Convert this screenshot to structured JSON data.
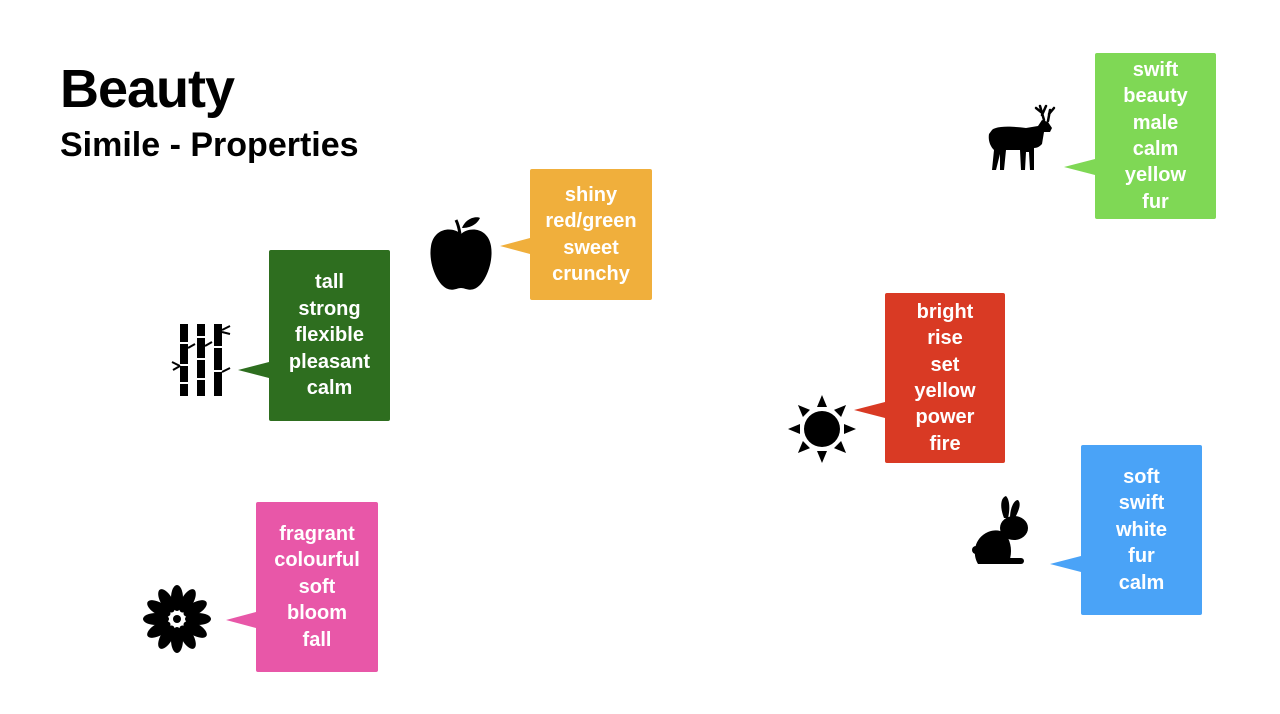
{
  "title": "Beauty",
  "subtitle": "Simile - Properties",
  "callouts": {
    "apple": {
      "icon": "apple-icon",
      "color": "#F0AF3C",
      "lines": [
        "shiny",
        "red/green",
        "sweet",
        "crunchy"
      ]
    },
    "bamboo": {
      "icon": "bamboo-icon",
      "color": "#2E6E1F",
      "lines": [
        "tall",
        "strong",
        "flexible",
        "pleasant",
        "calm"
      ]
    },
    "flower": {
      "icon": "flower-icon",
      "color": "#E857A8",
      "lines": [
        "fragrant",
        "colourful",
        "soft",
        "bloom",
        "fall"
      ]
    },
    "deer": {
      "icon": "deer-icon",
      "color": "#7FD855",
      "lines": [
        "swift",
        "beauty",
        "male",
        "calm",
        "yellow",
        "fur"
      ]
    },
    "sun": {
      "icon": "sun-icon",
      "color": "#D93A24",
      "lines": [
        "bright",
        "rise",
        "set",
        "yellow",
        "power",
        "fire"
      ]
    },
    "rabbit": {
      "icon": "rabbit-icon",
      "color": "#4AA3F7",
      "lines": [
        "soft",
        "swift",
        "white",
        "fur",
        "calm"
      ]
    }
  }
}
